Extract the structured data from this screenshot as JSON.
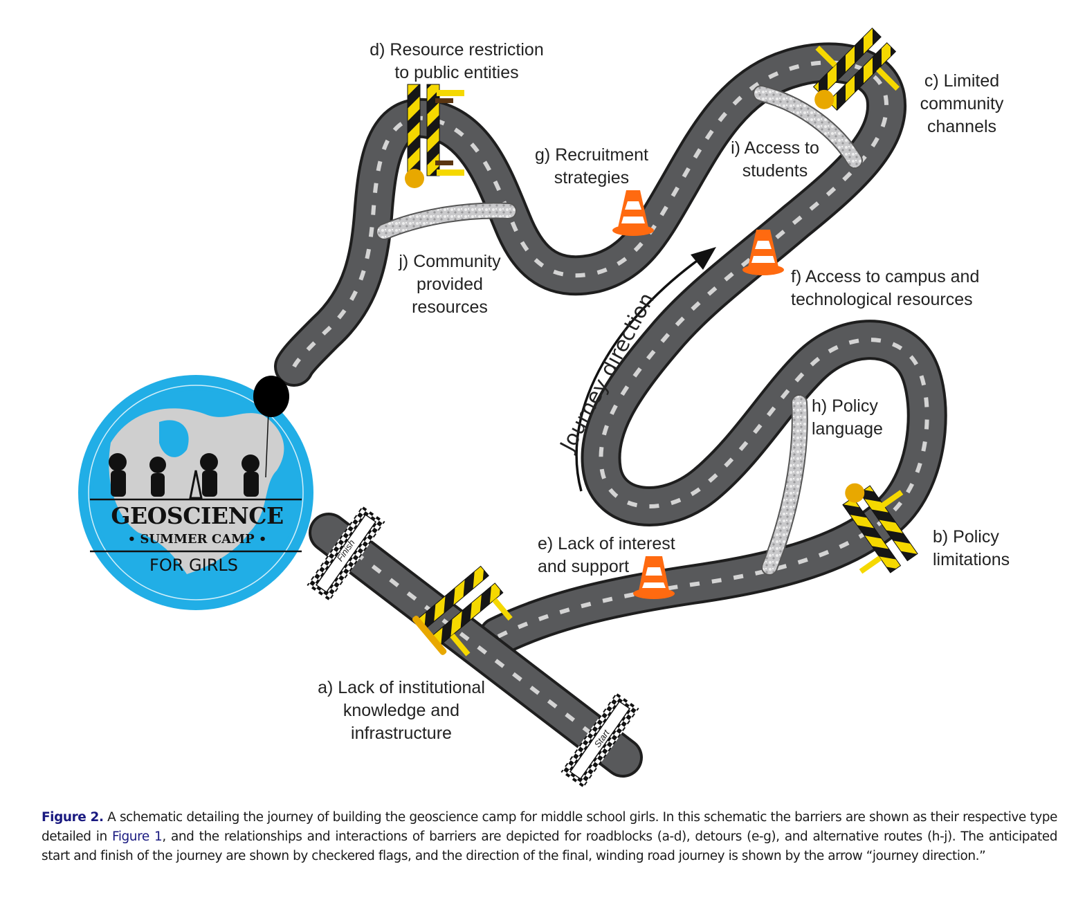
{
  "figure": {
    "labels": {
      "a": {
        "line1": "a) Lack of institutional",
        "line2": "knowledge and",
        "line3": "infrastructure"
      },
      "b": {
        "line1": "b) Policy",
        "line2": "limitations"
      },
      "c": {
        "line1": "c) Limited",
        "line2": "community",
        "line3": "channels"
      },
      "d": {
        "line1": "d) Resource restriction",
        "line2": "to public entities"
      },
      "e": {
        "line1": "e) Lack of interest",
        "line2": "and support"
      },
      "f": {
        "line1": "f) Access to campus and",
        "line2": "technological resources"
      },
      "g": {
        "line1": "g) Recruitment",
        "line2": "strategies"
      },
      "h": {
        "line1": "h) Policy",
        "line2": "language"
      },
      "i": {
        "line1": "i) Access to",
        "line2": "students"
      },
      "j": {
        "line1": "j) Community",
        "line2": "provided",
        "line3": "resources"
      }
    },
    "journey_direction": "Journey direction",
    "flags": {
      "start": "Start",
      "finish": "Finish"
    },
    "logo": {
      "title": "GEOSCIENCE",
      "subtitle": "• SUMMER CAMP •",
      "tagline": "FOR GIRLS"
    },
    "barrier_types": {
      "roadblocks": [
        "a",
        "b",
        "c",
        "d"
      ],
      "detours": [
        "e",
        "f",
        "g"
      ],
      "alternative_routes": [
        "h",
        "i",
        "j"
      ]
    },
    "colors": {
      "road": "#58595b",
      "road_edge": "#1e1e1e",
      "lane_dash": "#d4d4d4",
      "barricade_yellow": "#f5d800",
      "cone_orange": "#ff6a10",
      "logo_blue": "#21aee6",
      "logo_land": "#cfcfcf",
      "caption_link": "#1a1a80"
    }
  },
  "caption": {
    "label": "Figure 2.",
    "text_before_link": " A schematic detailing the journey of building the geoscience camp for middle school girls. In this schematic the barriers are shown as their respective type detailed in ",
    "link": "Figure 1",
    "text_after_link": ", and the relationships and interactions of barriers are depicted for roadblocks (a-d), detours (e-g), and alternative routes (h-j). The anticipated start and finish of the journey are shown by checkered flags, and the direction of the final, winding road journey is shown by the arrow “journey direction.”"
  }
}
